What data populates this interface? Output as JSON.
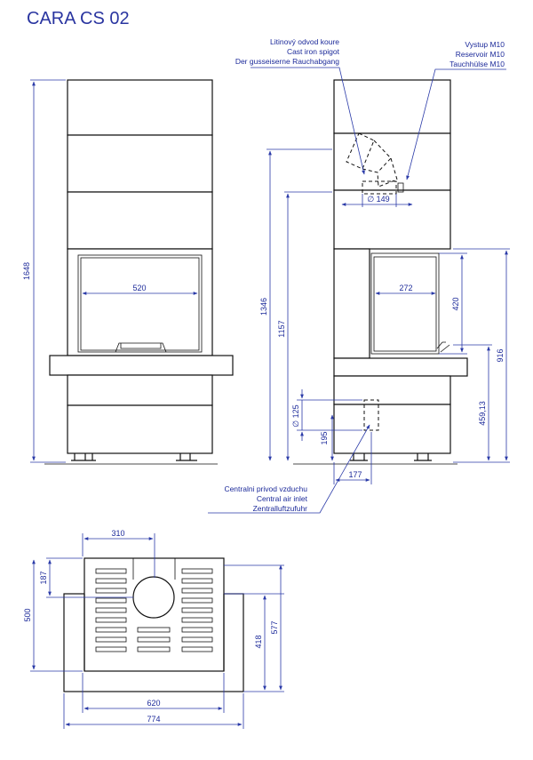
{
  "title": "CARA CS 02",
  "callouts": {
    "spigot": [
      "Litinový odvod koure",
      "Cast iron spigot",
      "Der gusseiserne Rauchabgang"
    ],
    "outlet": [
      "Vystup M10",
      "Reservoir M10",
      "Tauchhülse M10"
    ],
    "air": [
      "Centralni privod vzduchu",
      "Central air inlet",
      "Zentralluftzufuhr"
    ]
  },
  "dimensions": {
    "total_height": "1648",
    "glass_width": "520",
    "spigot_height": "1346",
    "spigot_axis_height": "1157",
    "flue_diameter": "∅ 149",
    "side_glass_width": "272",
    "glass_height": "420",
    "side_height": "916",
    "outlet_height": "459,13",
    "air_diameter": "∅ 125",
    "air_height": "195",
    "air_offset": "177",
    "plan_spigot_offset": "310",
    "plan_spigot_depth": "187",
    "plan_depth": "500",
    "plan_inner_depth": "418",
    "plan_total_depth": "577",
    "plan_width": "620",
    "plan_total_width": "774"
  }
}
